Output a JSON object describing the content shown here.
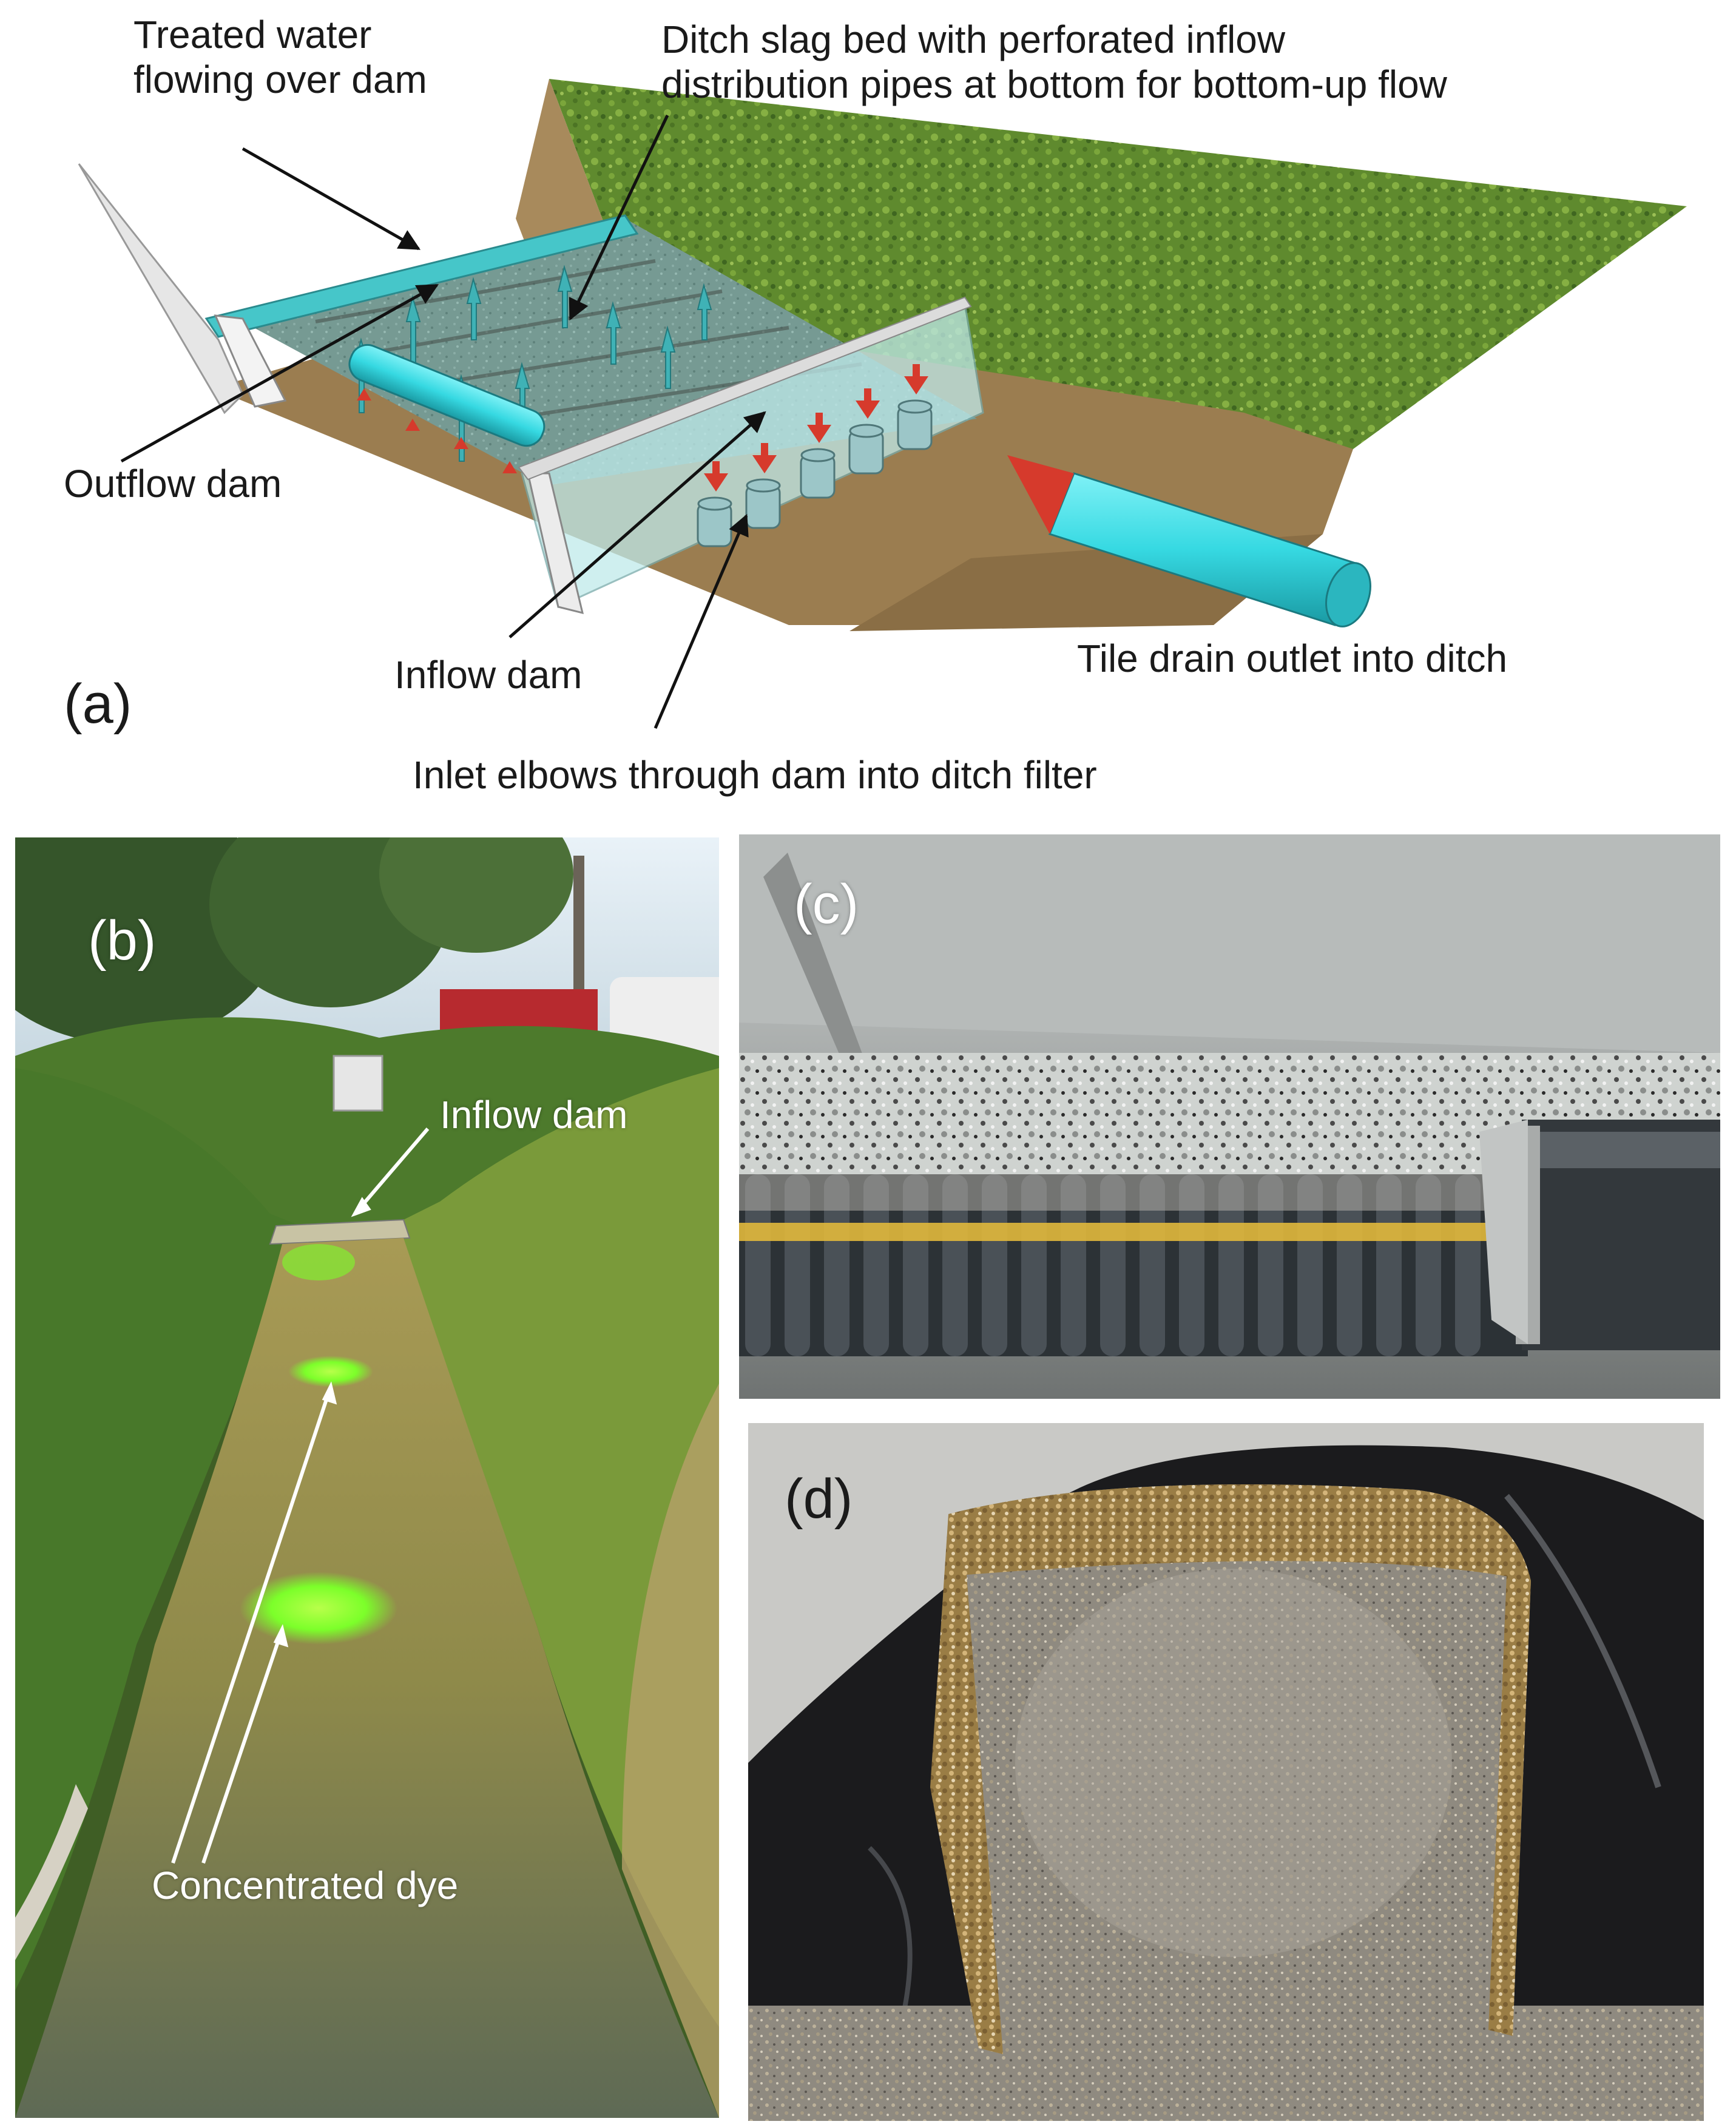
{
  "panel_a": {
    "letter": "(a)",
    "labels": {
      "treated_water_1": "Treated water",
      "treated_water_2": "flowing over dam",
      "ditch_slag_1": "Ditch slag bed with perforated inflow",
      "ditch_slag_2": "distribution pipes at bottom for bottom-up flow",
      "outflow_dam": "Outflow dam",
      "inflow_dam": "Inflow dam",
      "tile_drain": "Tile drain outlet into ditch",
      "inlet_elbows": "Inlet elbows through dam into ditch filter"
    }
  },
  "panel_b": {
    "letter": "(b)",
    "inflow_dam": "Inflow dam",
    "concentrated_dye": "Concentrated dye"
  },
  "panel_c": {
    "letter": "(c)"
  },
  "panel_d": {
    "letter": "(d)"
  },
  "colors": {
    "grass": "#5f8a2e",
    "soil": "#a88a5c",
    "slag": "#7f8b84",
    "water_teal": "#46c6c9",
    "pipe_cyan": "#36d9e2",
    "arrow_red": "#d63a2c",
    "dye_green": "#7cff2a",
    "ditch_water": "#8f8a4a"
  }
}
